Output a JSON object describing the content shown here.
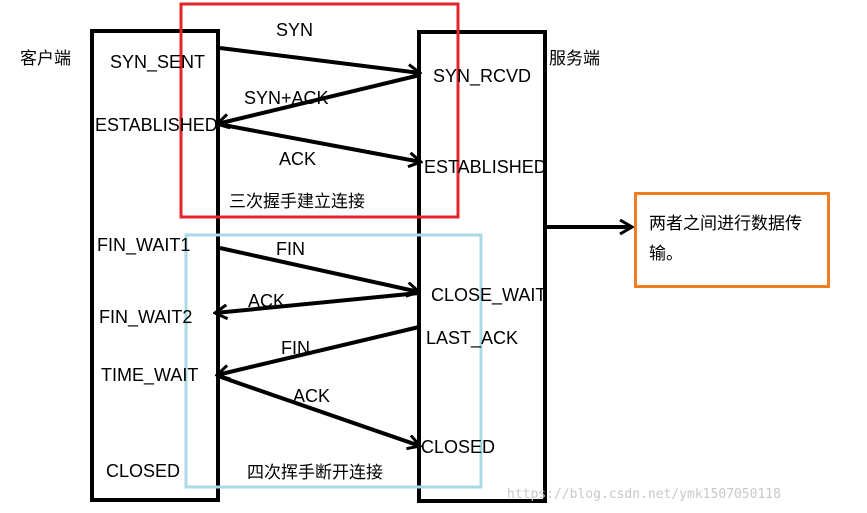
{
  "labels": {
    "client_side": "客户端",
    "server_side": "服务端",
    "handshake_caption": "三次握手建立连接",
    "teardown_caption": "四次挥手断开连接",
    "data_note": "两者之间进行数据传输。",
    "watermark": "https://blog.csdn.net/ymk1507050118"
  },
  "client_states": {
    "syn_sent": "SYN_SENT",
    "established": "ESTABLISHED",
    "fin_wait1": "FIN_WAIT1",
    "fin_wait2": "FIN_WAIT2",
    "time_wait": "TIME_WAIT",
    "closed": "CLOSED"
  },
  "server_states": {
    "syn_rcvd": "SYN_RCVD",
    "established": "ESTABLISHED",
    "close_wait": "CLOSE_WAIT",
    "last_ack": "LAST_ACK",
    "closed": "CLOSED"
  },
  "messages": {
    "syn": "SYN",
    "syn_ack": "SYN+ACK",
    "ack1": "ACK",
    "fin1": "FIN",
    "ack2": "ACK",
    "fin2": "FIN",
    "ack3": "ACK"
  },
  "colors": {
    "handshake_box": "#e3242b",
    "teardown_box": "#a9d8e6",
    "note_box": "#ef7d22",
    "line": "#000000"
  }
}
